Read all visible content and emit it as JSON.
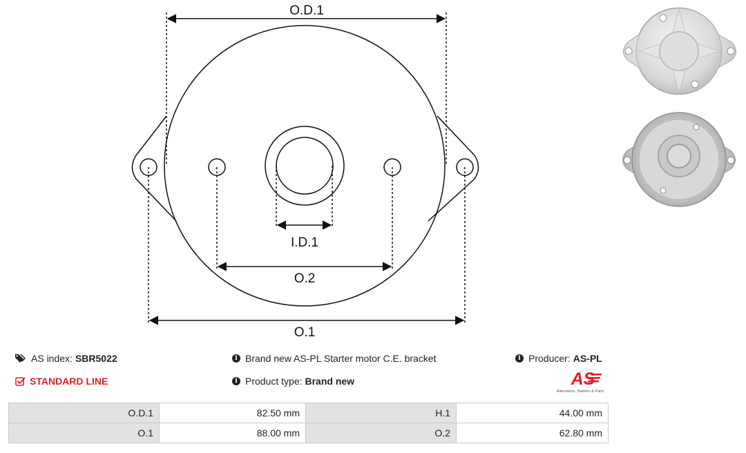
{
  "diagram": {
    "labels": {
      "od1": "O.D.1",
      "id1": "I.D.1",
      "o2": "O.2",
      "o1": "O.1"
    }
  },
  "photos": {
    "top_alt": "bracket-outer-face-photo",
    "bottom_alt": "bracket-inner-face-photo"
  },
  "info": {
    "as_index_label": "AS index:",
    "as_index_value": "SBR5022",
    "line": "STANDARD LINE",
    "description": "Brand new AS-PL Starter motor C.E. bracket",
    "product_type_label": "Product type:",
    "product_type_value": "Brand new",
    "producer_label": "Producer:",
    "producer_value": "AS-PL"
  },
  "logo": {
    "text": "AS",
    "tagline": "Alternators, Starters & Parts"
  },
  "specs": [
    {
      "label": "O.D.1",
      "value": "82.50 mm",
      "label2": "H.1",
      "value2": "44.00 mm"
    },
    {
      "label": "O.1",
      "value": "88.00 mm",
      "label2": "O.2",
      "value2": "62.80 mm"
    }
  ],
  "colors": {
    "accent_red": "#e31e24",
    "label_cell_bg": "#e2e2e2",
    "border": "#c9c9c9"
  },
  "icons": [
    "tags-icon",
    "check-square-icon",
    "info-circle-icon"
  ]
}
